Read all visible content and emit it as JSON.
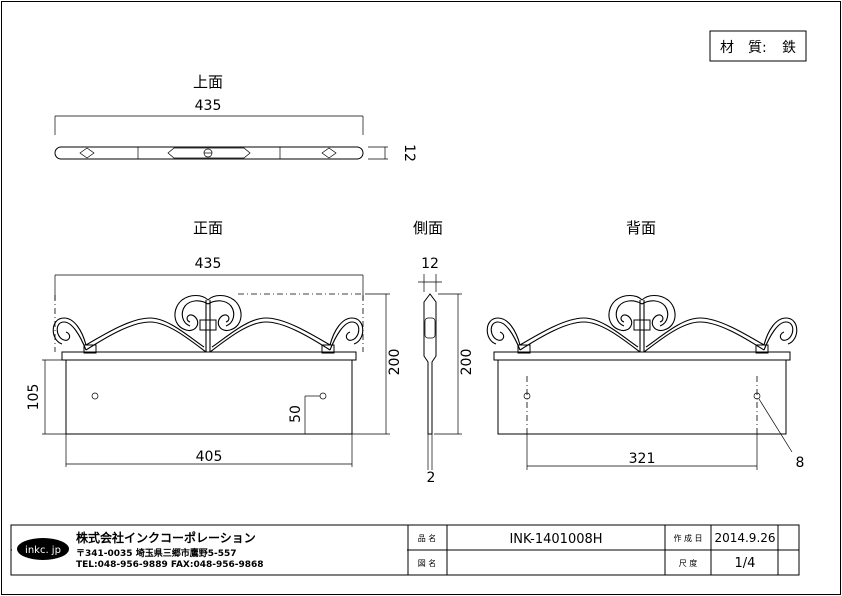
{
  "material": {
    "label": "材　質:",
    "value": "鉄"
  },
  "views": {
    "top": "上面",
    "front": "正面",
    "side": "側面",
    "back": "背面"
  },
  "dimensions": {
    "top_width": "435",
    "top_thickness": "12",
    "front_width": "435",
    "front_height": "200",
    "front_plate_height": "105",
    "front_hole_height": "50",
    "front_plate_width": "405",
    "side_thickness": "12",
    "side_height": "200",
    "side_plate": "2",
    "back_height": "200",
    "back_hole_spacing": "321",
    "back_hole_dia": "8"
  },
  "title_block": {
    "logo": "inkc. jp",
    "company": "株式会社インクコーポレーション",
    "address": "〒341-0035 埼玉県三郷市鷹野5-557",
    "contact": "TEL:048-956-9889  FAX:048-956-9868",
    "product_name_label": "品 名",
    "product_name": "INK-1401008H",
    "drawing_name_label": "図 名",
    "drawing_name": "",
    "date_label": "作 成 日",
    "date": "2014.9.26",
    "scale_label": "尺 度",
    "scale": "1/4"
  }
}
